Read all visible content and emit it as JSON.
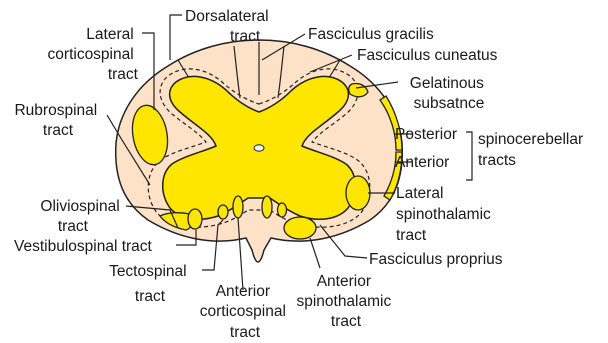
{
  "colors": {
    "white_matter": "#fde2c8",
    "grey_matter": "#ffe600",
    "tract_fill": "#ffe600",
    "outline": "#222222",
    "canal": "#dff6ff"
  },
  "labels": {
    "lateral_corticospinal": [
      "Lateral",
      "corticospinal",
      "tract"
    ],
    "dorsolateral": [
      "Dorsalateral",
      "tract"
    ],
    "fasciculus_gracilis": "Fasciculus gracilis",
    "fasciculus_cuneatus": "Fasciculus cuneatus",
    "gelatinous": [
      "Gelatinous",
      "subsatnce"
    ],
    "rubrospinal": [
      "Rubrospinal",
      "tract"
    ],
    "posterior": "Posterior",
    "anterior": "Anterior",
    "spinocerebellar": [
      "spinocerebellar",
      "tracts"
    ],
    "lateral_spinothalamic": [
      "Lateral",
      "spinothalamic",
      "tract"
    ],
    "oliviospinal": [
      "Oliviospinal",
      "tract"
    ],
    "vestibulospinal": "Vestibulospinal tract",
    "tectospinal": [
      "Tectospinal",
      "tract"
    ],
    "anterior_corticospinal": [
      "Anterior",
      "corticospinal",
      "tract"
    ],
    "anterior_spinothalamic": [
      "Anterior",
      "spinothalamic",
      "tract"
    ],
    "fasciculus_proprius": "Fasciculus proprius"
  }
}
